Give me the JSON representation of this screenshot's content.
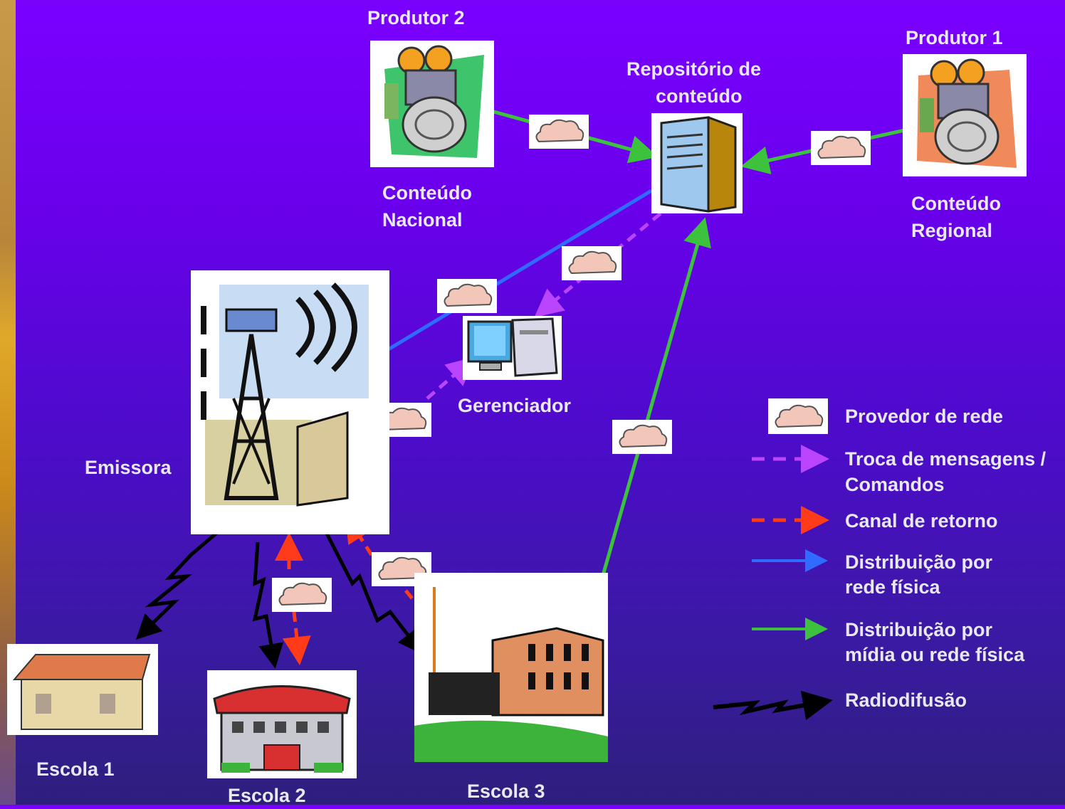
{
  "nodes": {
    "produtor2": {
      "title": "Produtor 2",
      "caption_line1": "Conteúdo",
      "caption_line2": "Nacional"
    },
    "produtor1": {
      "title": "Produtor 1",
      "caption_line1": "Conteúdo",
      "caption_line2": "Regional"
    },
    "repositorio": {
      "title_line1": "Repositório de",
      "title_line2": "conteúdo"
    },
    "gerenciador": {
      "label": "Gerenciador"
    },
    "emissora": {
      "label": "Emissora"
    },
    "escola1": {
      "label": "Escola 1"
    },
    "escola2": {
      "label": "Escola 2"
    },
    "escola3": {
      "label": "Escola 3"
    }
  },
  "legend": {
    "cloud": "Provedor de rede",
    "messages_line1": "Troca de mensagens /",
    "messages_line2": "Comandos",
    "return": "Canal de retorno",
    "physical_line1": "Distribuição por",
    "physical_line2": "rede física",
    "media_line1": "Distribuição por",
    "media_line2": "mídia ou rede física",
    "broadcast": "Radiodifusão"
  },
  "colors": {
    "messages": "#bb44ff",
    "return": "#ff3b1a",
    "physical": "#2f6bff",
    "media": "#3cc23c",
    "broadcast": "#000000"
  }
}
